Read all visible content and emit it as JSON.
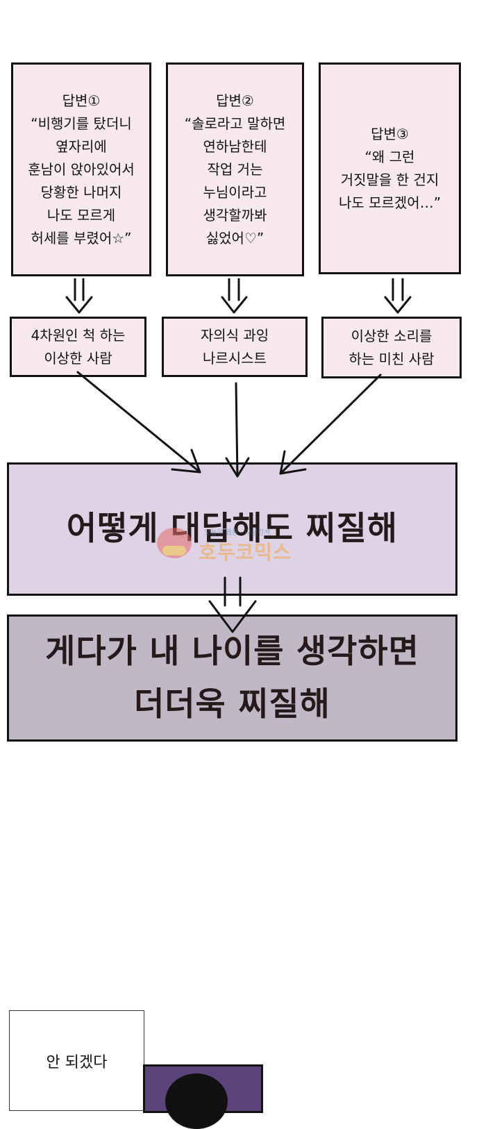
{
  "answers": [
    {
      "text": "답변①\n“비행기를 탔더니\n옆자리에\n훈남이 앉아있어서\n당황한 나머지\n나도 모르게\n허세를 부렸어☆”"
    },
    {
      "text": "답변②\n“솔로라고 말하면\n연하남한테\n작업 거는\n누님이라고\n생각할까봐\n싫었어♡”"
    },
    {
      "text": "답변③\n“왜 그런\n거짓말을 한 건지\n나도 모르겠어…”"
    }
  ],
  "results": [
    {
      "text": "4차원인 척 하는\n이상한 사람"
    },
    {
      "text": "자의식 과잉\n나르시스트"
    },
    {
      "text": "이상한 소리를\n하는 미친 사람"
    }
  ],
  "conclusion": "어떻게 대답해도 찌질해",
  "final": "게다가 내 나이를 생각하면\n더더욱 찌질해",
  "watermark": {
    "brand": "호두코믹스",
    "small": "오늘의 웹툰 · 구글검색"
  },
  "bottom_caption": "안 되겠다",
  "colors": {
    "answer_bg": "#f7e9ef",
    "conclusion_bg": "#ddd3e5",
    "final_bg": "#c1b8c6",
    "ink": "#111111",
    "panel_purple": "#5b4479"
  }
}
